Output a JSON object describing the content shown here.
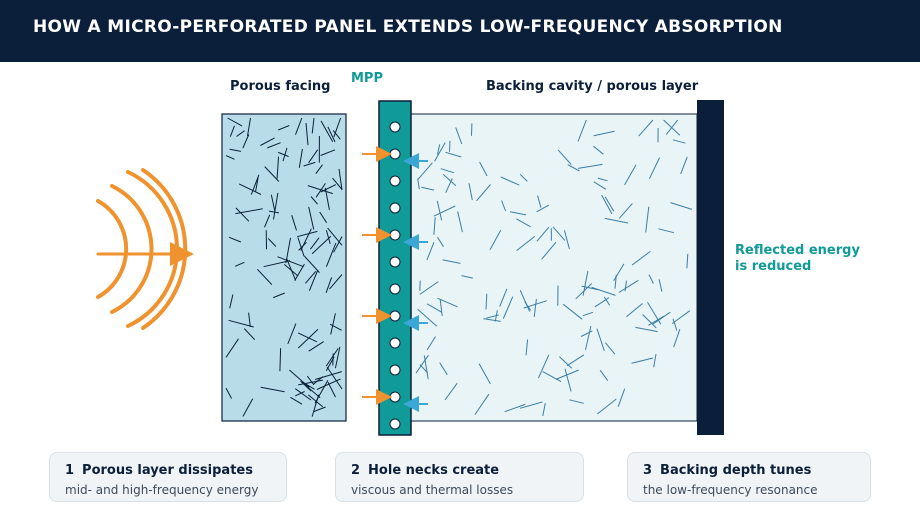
{
  "title": "HOW A MICRO-PERFORATED PANEL EXTENDS LOW-FREQUENCY ABSORPTION",
  "labels": {
    "porous_facing": "Porous facing",
    "mpp": "MPP",
    "backing_cavity": "Backing cavity / porous layer",
    "reflected_line1": "Reflected energy",
    "reflected_line2": "is reduced"
  },
  "cards": [
    {
      "number": "1",
      "title": "Porous layer dissipates",
      "text": "mid- and high-frequency energy"
    },
    {
      "number": "2",
      "title": "Hole necks create",
      "text": "viscous and thermal losses"
    },
    {
      "number": "3",
      "title": "Backing depth tunes",
      "text": "the low-frequency resonance"
    }
  ],
  "colors": {
    "header_bg": "#0b1f3a",
    "accent_teal": "#109a98",
    "sound_orange": "#f0922e",
    "flow_blue": "#3aa7d6",
    "porous_fill": "#b9dde8",
    "cavity_fill": "#e8f4f6"
  },
  "icons": {
    "sound_source": "sound-waves-icon"
  }
}
